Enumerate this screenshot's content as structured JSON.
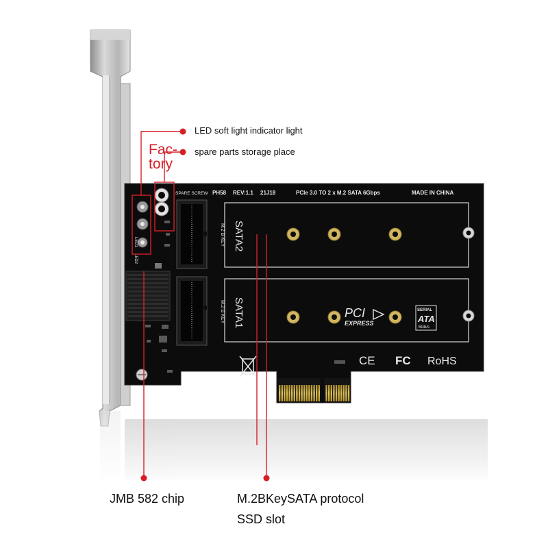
{
  "callouts": {
    "led": "LED soft light indicator light",
    "spare_part1": "Fac-",
    "spare_part2": "tory",
    "spare": "spare parts storage place",
    "chip": "JMB 582 chip",
    "slot_line1": "M.2BKeySATA protocol",
    "slot_line2": "SSD slot"
  },
  "board": {
    "spare_screw": "SPARE SCREW",
    "model": "PH58",
    "rev": "REV:1.1",
    "date": "21J18",
    "spec": "PCIe 3.0 TO 2 x M.2 SATA 6Gbps",
    "made_in": "MADE IN CHINA",
    "slot2_name": "SATA2",
    "slot1_name": "SATA1",
    "key_text": "M.2 B KEY",
    "pci_text": "PCI",
    "express_text": "EXPRESS",
    "serial_text": "SERIAL",
    "ata_text": "ATA",
    "sata_speed": "6Gb/s",
    "ce_mark": "CE",
    "fc_mark": "FC",
    "rohs_mark": "RoHS",
    "led1": "LED1",
    "led2": "LED2"
  },
  "colors": {
    "callout_red": "#d61f26",
    "pcb": "#0c0c0c",
    "silk": "#e8e8e8",
    "gold": "#c9a640",
    "bracket": "#c4c4c4"
  }
}
